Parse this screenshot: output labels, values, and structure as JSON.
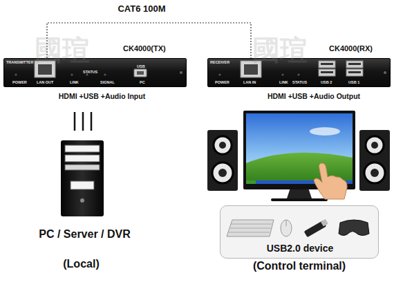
{
  "diagram": {
    "nodes": [
      {
        "text": [
          "CK4000(TX)",
          "TRANSMITTER",
          "POWER",
          "LAN OUT",
          "LINK",
          "STATUS",
          "SIGNAL",
          "USB",
          "PC"
        ]
      },
      {
        "text": [
          "CK4000(RX)",
          "RECEIVER",
          "POWER",
          "LAN IN",
          "LINK",
          "STATUS",
          "USB 2",
          "USB 1"
        ]
      },
      {
        "text": [
          "USB2.0 device"
        ]
      }
    ],
    "edges": [
      {
        "from": 0,
        "to": 1,
        "arrow": "none",
        "label": "CAT6 100M"
      }
    ],
    "labels": [
      "HDMI +USB +Audio Input",
      "HDMI +USB +Audio Output",
      "PC / Server / DVR",
      "(Local)",
      "(Control terminal)",
      "國瑄",
      "國瑄"
    ]
  }
}
